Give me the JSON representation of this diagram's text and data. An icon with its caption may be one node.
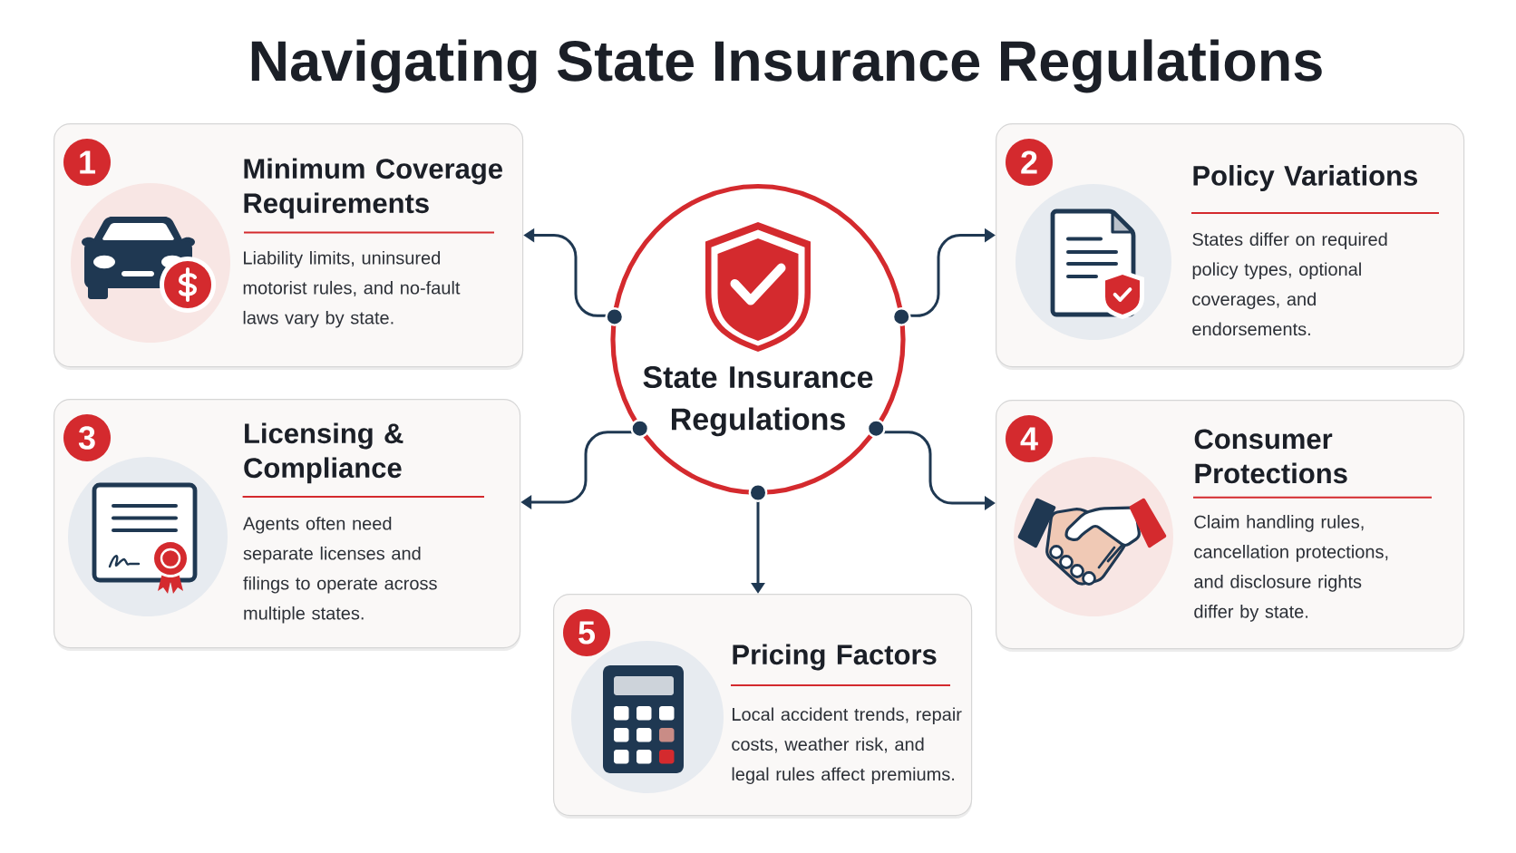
{
  "diagram": {
    "title": "Navigating State Insurance Regulations",
    "nodes": [
      {
        "text": [
          "Minimum Coverage Requirements",
          "Liability limits, uninsured motorist rules, and no-fault laws vary by state."
        ]
      },
      {
        "text": [
          "1"
        ],
        "in": 0
      },
      {
        "text": [
          "State Insurance Regulations"
        ]
      },
      {
        "text": [
          "Policy Variations",
          "States differ on required policy types, optional coverages, and endorsements."
        ]
      },
      {
        "text": [
          "2"
        ],
        "in": 3
      },
      {
        "text": [
          "Licensing & Compliance",
          "Agents often need separate licenses and filings to operate across multiple states."
        ]
      },
      {
        "text": [
          "3"
        ],
        "in": 5
      },
      {
        "text": [
          "Consumer Protections",
          "Claim handling rules, cancellation protections, and disclosure rights differ by state."
        ]
      },
      {
        "text": [
          "4"
        ],
        "in": 7
      },
      {
        "text": [
          "Pricing Factors",
          "Local accident trends, repair costs, weather risk, and legal rules affect premiums."
        ]
      },
      {
        "text": [
          "5"
        ],
        "in": 9
      }
    ],
    "edges": [
      {
        "from": 2,
        "to": 0,
        "arrow": "to"
      },
      {
        "from": 2,
        "to": 3,
        "arrow": "to"
      },
      {
        "from": 2,
        "to": 5,
        "arrow": "to"
      },
      {
        "from": 2,
        "to": 7,
        "arrow": "to"
      },
      {
        "from": 2,
        "to": 9,
        "arrow": "to"
      }
    ]
  }
}
